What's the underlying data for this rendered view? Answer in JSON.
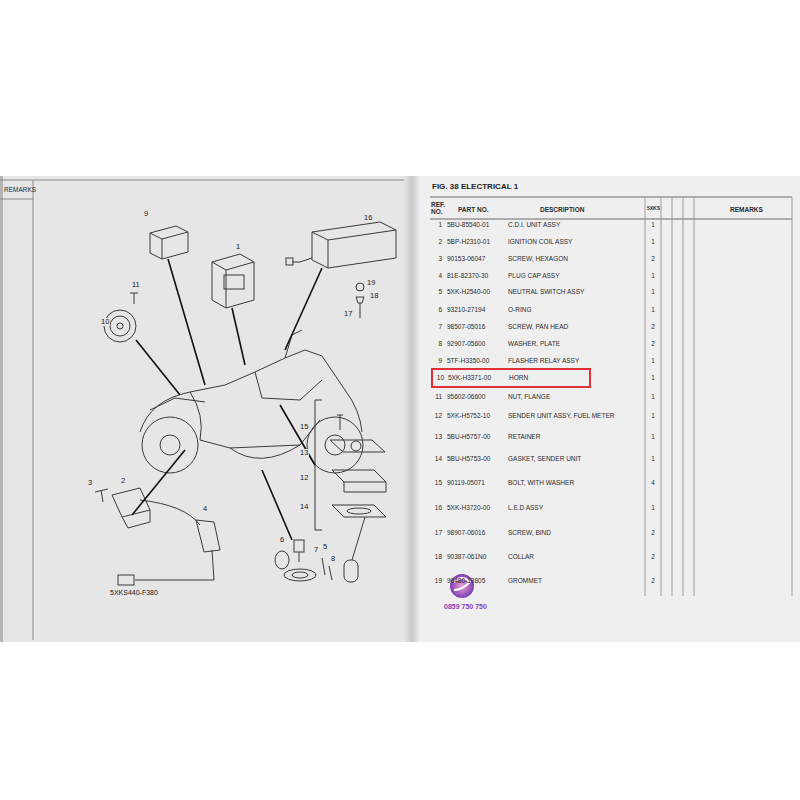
{
  "diagram": {
    "title": "FIG. 38 ELECTRICAL 1",
    "nodes": [
      {
        "text": [
          "10",
          "5XK-H3371-00",
          "HORN"
        ]
      }
    ],
    "labels": [
      "REMARKS",
      "REF. NO.",
      "PART NO.",
      "DESCRIPTION",
      "5XKS",
      "REMARKS",
      "1",
      "5BU-85540-01",
      "C.D.I. UNIT ASSY",
      "1",
      "2",
      "5BP-H2310-01",
      "IGNITION COIL ASSY",
      "1",
      "3",
      "90153-06047",
      "SCREW, HEXAGON",
      "2",
      "4",
      "81E-82370-30",
      "PLUG CAP ASSY",
      "1",
      "5",
      "5XK-H2540-00",
      "NEUTRAL SWITCH ASSY",
      "1",
      "6",
      "93210-27194",
      "O-RING",
      "1",
      "7",
      "98507-05016",
      "SCREW, PAN HEAD",
      "2",
      "8",
      "92907-05600",
      "WASHER, PLATE",
      "2",
      "9",
      "5TF-H3350-00",
      "FLASHER RELAY ASSY",
      "1",
      "1",
      "11",
      "95602-06600",
      "NUT, FLANGE",
      "1",
      "12",
      "5XK-H5752-10",
      "SENDER UNIT ASSY, FUEL METER",
      "1",
      "13",
      "5BU-H5757-00",
      "RETAINER",
      "1",
      "14",
      "5BU-H5753-00",
      "GASKET, SENDER UNIT",
      "1",
      "15",
      "90119-05071",
      "BOLT, WITH WASHER",
      "4",
      "16",
      "5XK-H3720-00",
      "L.E.D ASSY",
      "1",
      "17",
      "98907-06016",
      "SCREW, BIND",
      "2",
      "18",
      "90387-061N0",
      "COLLAR",
      "2",
      "19",
      "90480-13805",
      "GROMMET",
      "2",
      "9",
      "1",
      "16",
      "11",
      "10",
      "19",
      "18",
      "17",
      "15",
      "13",
      "12",
      "14",
      "3",
      "2",
      "4",
      "6",
      "7",
      "5",
      "8",
      "5XKS440-F380",
      "0859 750 750"
    ]
  }
}
